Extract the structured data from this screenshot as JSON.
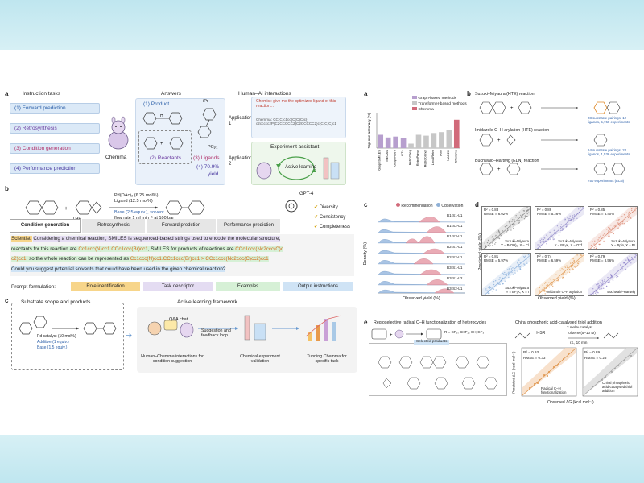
{
  "panel_left_a": {
    "letter": "a",
    "tasks_title": "Instruction tasks",
    "answers_title": "Answers",
    "hai_title": "Human–AI interactions",
    "tasks": [
      "(1) Forward prediction",
      "(2) Retrosynthesis",
      "(3) Condition generation",
      "(4) Performance prediction"
    ],
    "model_name": "Chemma",
    "product": "(1) Product",
    "reactants": "(2) Reactants",
    "ligands": "(3) Ligands",
    "yield": "(4) 70.9%",
    "yield_word": "yield",
    "app1": "Application 1",
    "app2": "Application 2",
    "chemist_q": "Chemist: give me the optimized ligand of this reaction...",
    "chemma_answer": "Chemma: CC(C)c1cc(C(C)C)c(-c2ccccc2P(C2CCCCC2)C2CCCCC2)c(C(C)C)c1",
    "assistant": "Experiment assistant",
    "active": "Active learning",
    "pcy2": "PCy₂",
    "ipr": "iPr"
  },
  "panel_left_b": {
    "letter": "b",
    "catalyst": "Pd(OAc)₂ (6.25 mol%)",
    "ligand": "Ligand (12.5 mol%)",
    "base": "Base (2.5 equiv.), solvent",
    "flow": "flow rate 1 ml min⁻¹ at 100 bar",
    "thp": "THP",
    "gpt": "GPT-4",
    "checks": [
      "Diversity",
      "Consistency",
      "Completeness"
    ],
    "tabs": [
      "Condition generation",
      "Retrosynthesis",
      "Forward predction",
      "Performance prediction"
    ],
    "scientist": "Scientist:",
    "line1": "Considering a chemical reaction, SMILES is sequenced-based strings used to encode the molecular structure,",
    "line2a": "reactants for this reaction are ",
    "line2b": "Cc1ccc(N)cc1.CCc1ccc(Br)cc1",
    "line2c": ", SMILES for products of reactions are ",
    "line2d": "CCc1ccc(Nc2ccc(C)c",
    "line3a": "c2)cc1",
    "line3b": ", so the whole reaction can be represented as ",
    "line3c": "Cc1ccc(N)cc1.CCc1ccc(Br)cc1 > CCc1ccc(Nc2ccc(C)cc2)cc1",
    "line4": "Could you suggest potential solvents that could have been used in the given chemical reaction?",
    "pf_label": "Prompt formulation:",
    "pf": [
      "Role identification",
      "Task descriptor",
      "Examples",
      "Output instructions"
    ]
  },
  "panel_left_c": {
    "letter": "c",
    "scope": "Substrate scope and products",
    "cond1": "Pd catalyst (10 mol%)",
    "cond2": "Additive (1 equiv.)",
    "cond3": "Base (1.5 equiv.)",
    "framework": "Active learning framework",
    "qa": "Q&A chat",
    "loop": "Suggestion and feedback loop",
    "hc": "Human–Chemma interactions for condition suggestion",
    "val": "Chemical experiment validation",
    "tune": "Tunning Chemma for specific task"
  },
  "panel_right_a": {
    "letter": "a",
    "legend": [
      "Graph-based methods",
      "Transformer-based methods",
      "Chemma"
    ]
  },
  "panel_right_b": {
    "letter": "b",
    "r1": "Suzuki–Miyaura (HTE) reaction",
    "r2": "Imidazole C–H arylation (HTE) reaction",
    "r3": "Buchwald–Hartwig (ELN) reaction",
    "n1": "28 substrate pairings, 12 ligands, 5,760 experiments",
    "n2": "64 substrate pairings, 24 ligands, 1,536 experiments",
    "n3": "750 experiments (ELN)"
  },
  "panel_right_c": {
    "letter": "c",
    "legend": [
      "Recommendation",
      "Observation"
    ],
    "xlabel": "Observed yield (%)",
    "ylabel": "Density (%)",
    "rows": [
      "B1-S1-L1",
      "B1-S2-L1",
      "B1-S3-L1",
      "B2-S1-L1",
      "B2-S2-L1",
      "B3-S1-L1",
      "B3-S1-L2",
      "B3-S2-L1"
    ]
  },
  "panel_right_d": {
    "letter": "d",
    "xlabel": "Observed yield (%)",
    "ylabel": "Predicted yield (%)",
    "plots": [
      {
        "r2": "R² = 0.83",
        "rmse": "RMSE = 6.02%",
        "name": "Suzuki–Miyaura",
        "cond": "Y = B(OH)₂, X = Cl",
        "color": "#7a7a7a"
      },
      {
        "r2": "R² = 0.86",
        "rmse": "RMSE = 5.26%",
        "name": "Suzuki–Miyaura",
        "cond": "Y = BF₃K, X = OTf",
        "color": "#8c84c6"
      },
      {
        "r2": "R² = 0.85",
        "rmse": "RMSE = 5.40%",
        "name": "Suzuki–Miyaura",
        "cond": "Y = Bpin, X = Br",
        "color": "#d9826a"
      },
      {
        "r2": "R² = 0.81",
        "rmse": "RMSE = 5.97%",
        "name": "Suzuki–Miyaura",
        "cond": "Y = BF₃K, X = I",
        "color": "#7fa8d9"
      },
      {
        "r2": "R² = 0.74",
        "rmse": "RMSE = 6.59%",
        "name": "Imidazole C–H arylation",
        "cond": "",
        "color": "#e0944a"
      },
      {
        "r2": "R² = 0.79",
        "rmse": "RMSE = 8.56%",
        "name": "Buchwald–Hartwig",
        "cond": "",
        "color": "#8b7fc7"
      }
    ]
  },
  "panel_right_e": {
    "letter": "e",
    "title1": "Regioselective radical C–H functionalization of heterocycles",
    "title2": "Chiral phosphoric acid-catalysed thiol addition",
    "rf": "R = CF₃, CHF₂, CH₂CF₃",
    "selected": "Selected products",
    "cat": "2 mol% catalyst",
    "solv": "Toluene (5–10 M)",
    "temp": "r.t., 10 min",
    "thiol": "H–SR",
    "p1_r2": "R² = 0.93",
    "p1_rmse": "RMSE = 0.33",
    "p1_name": "Radical C–H functionalization",
    "p2_r2": "R² = 0.89",
    "p2_rmse": "RMSE = 0.25",
    "p2_name": "Chiral phosphoric acid-catalysed thiol addition",
    "xlabel": "Observed ΔG (kcal mol⁻¹)",
    "ylabel": "Predicted ΔG (kcal mol⁻¹)"
  },
  "chart_data": [
    {
      "type": "bar",
      "ylabel": "Top-one accuracy (%)",
      "categories": [
        "GraphSMILES",
        "MEGAN",
        "GraphRetro",
        "GTA",
        "Retro2Seq",
        "RetroPrime",
        "Retroformer",
        "LocalRetro",
        "Dual",
        "NAG2G",
        "Chemma"
      ],
      "values": [
        55,
        52,
        53,
        51,
        45,
        55,
        54,
        57,
        58,
        60,
        72
      ],
      "ylim": [
        40,
        80
      ],
      "colors": [
        "#b79fce",
        "#b79fce",
        "#b79fce",
        "#b79fce",
        "#c7c7c7",
        "#c7c7c7",
        "#c7c7c7",
        "#c7c7c7",
        "#c7c7c7",
        "#c7c7c7",
        "#d16a7a"
      ]
    }
  ]
}
